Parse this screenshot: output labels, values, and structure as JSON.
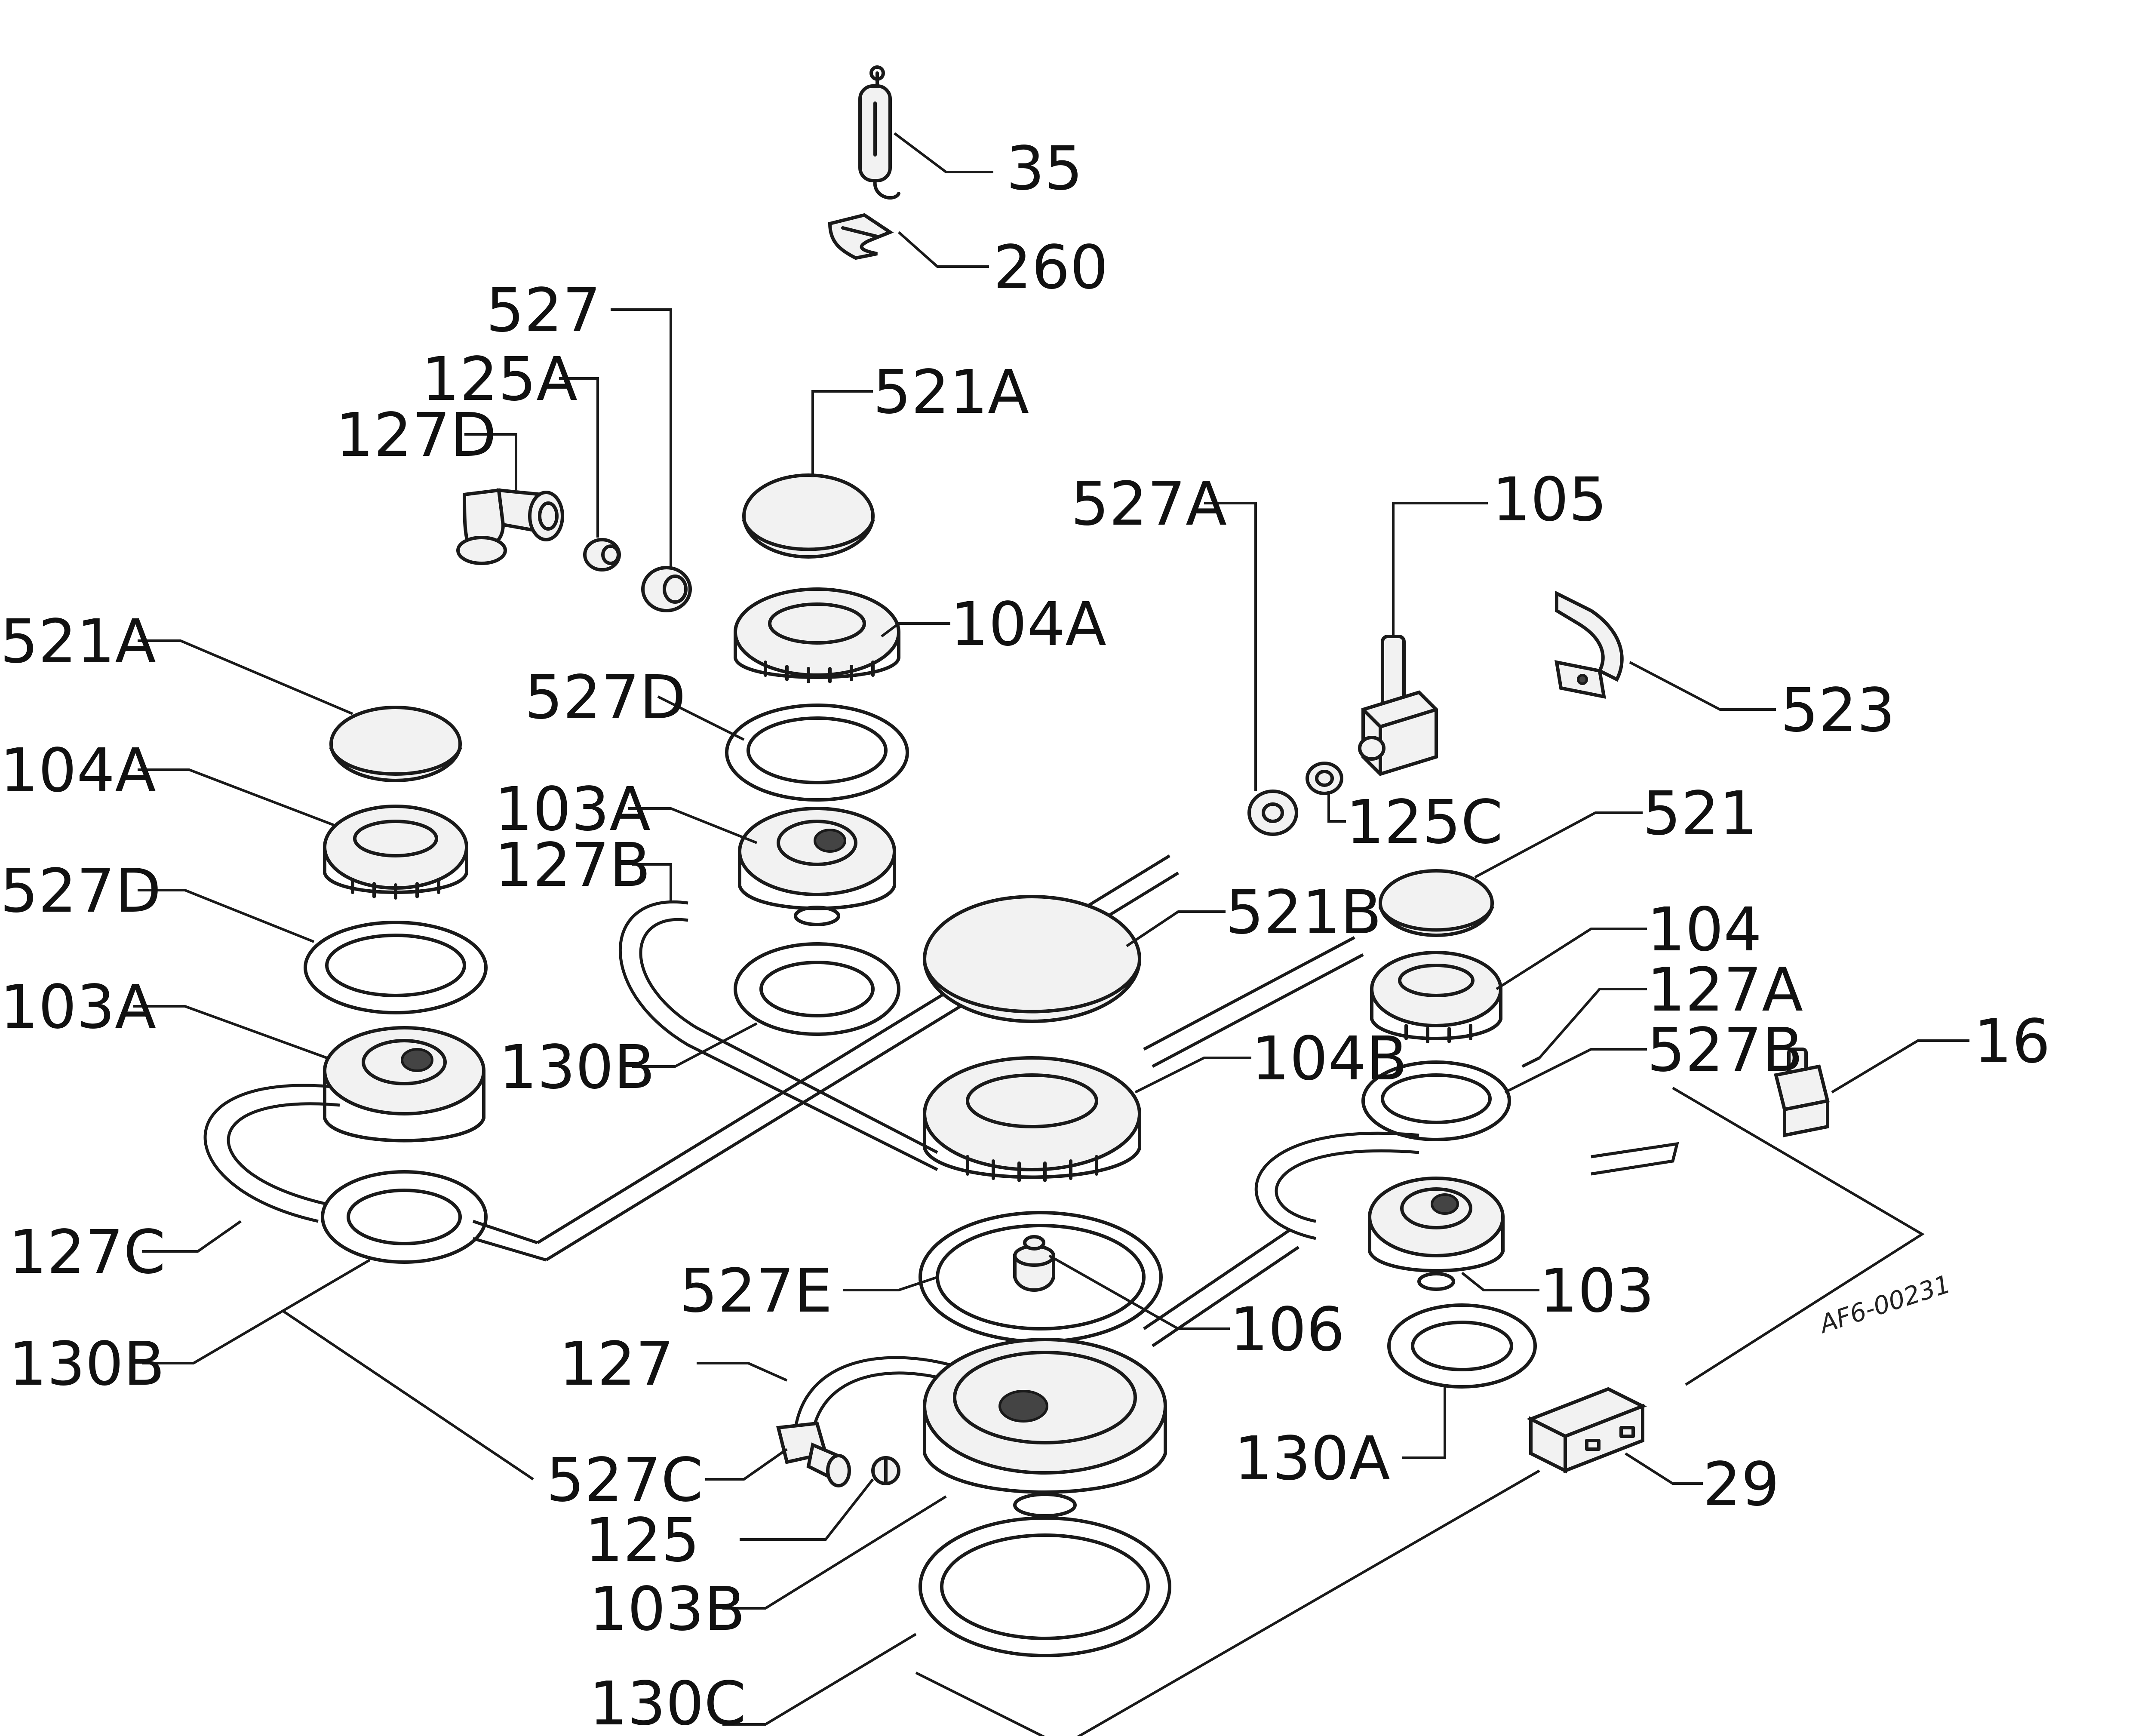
{
  "labels": {
    "l35": "35",
    "l260": "260",
    "l527_top": "527",
    "l125a": "125A",
    "l127d": "127D",
    "l521a_top": "521A",
    "l527a": "527A",
    "l105": "105",
    "l521a_left": "521A",
    "l104a_center": "104A",
    "l523": "523",
    "l527d_center": "527D",
    "l104a_left": "104A",
    "l103a_center": "103A",
    "l125c": "125C",
    "l521": "521",
    "l127b": "127B",
    "l527d_left": "527D",
    "l521b": "521B",
    "l104": "104",
    "l103a_left": "103A",
    "l127a": "127A",
    "l527b": "527B",
    "l16": "16",
    "l130b_center": "130B",
    "l104b": "104B",
    "l127c": "127C",
    "l527e": "527E",
    "l106": "106",
    "l103": "103",
    "l130b_left": "130B",
    "l127": "127",
    "l130a": "130A",
    "l527c": "527C",
    "l29": "29",
    "l125": "125",
    "l103b": "103B",
    "l130c": "130C",
    "code": "AF6-00231"
  }
}
